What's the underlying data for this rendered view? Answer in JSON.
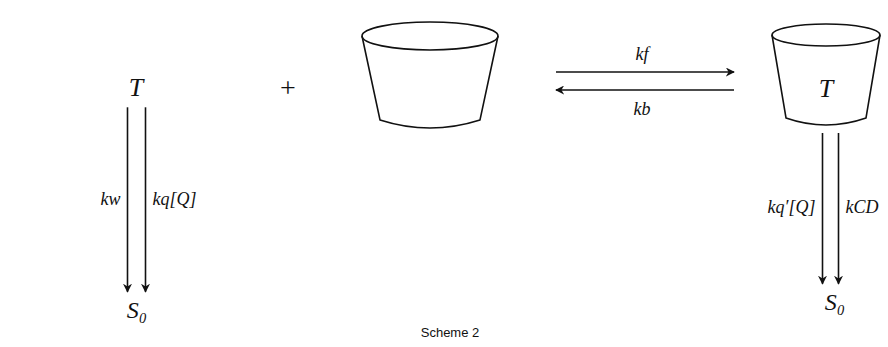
{
  "diagram": {
    "caption": "Scheme 2",
    "nodes": [
      {
        "text": [
          "T"
        ]
      },
      {
        "text": [
          "T"
        ]
      },
      {
        "text": [
          "S₀"
        ]
      },
      {
        "text": [
          "S₀"
        ]
      }
    ],
    "edges": [
      {
        "from": 0,
        "to": 2,
        "arrow": "to",
        "label": "kw"
      },
      {
        "from": 0,
        "to": 2,
        "arrow": "to",
        "label": "kq[Q]"
      },
      {
        "from": 1,
        "to": 3,
        "arrow": "to",
        "label": "kq′[Q]"
      },
      {
        "from": 1,
        "to": 3,
        "arrow": "to",
        "label": "kCD"
      }
    ],
    "labels": [
      "+",
      "kf",
      "kb"
    ]
  }
}
